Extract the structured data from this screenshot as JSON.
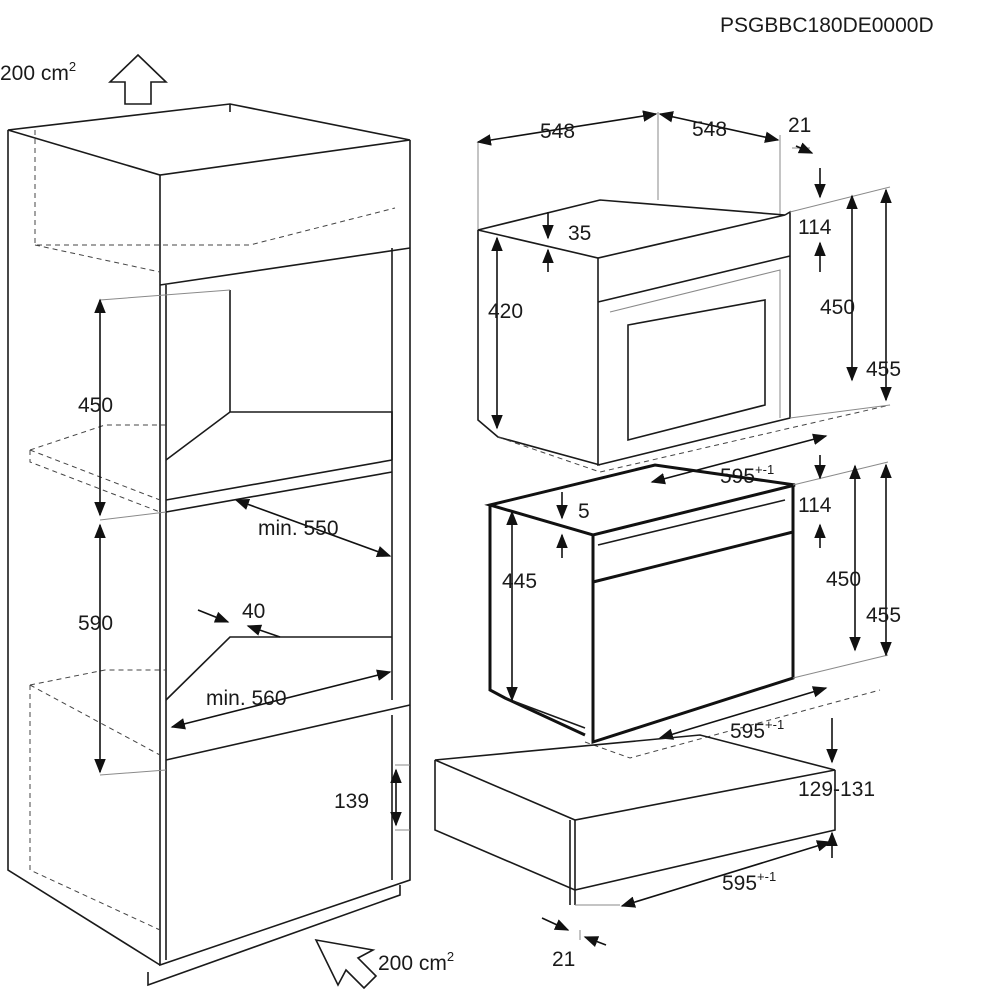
{
  "model_code": "PSGBBC180DE0000D",
  "ventilation": {
    "top": {
      "value": "200 cm",
      "sup": "2"
    },
    "bottom": {
      "value": "200 cm",
      "sup": "2"
    }
  },
  "cabinet_dims": {
    "upper_niche_height": "450",
    "lower_niche_height": "590",
    "min_depth": "min. 550",
    "rear_gap": "40",
    "min_width": "min. 560",
    "drawer_height": "139"
  },
  "compact_oven_dims": {
    "depth_body": "548",
    "depth_total": "548",
    "front_thickness": "21",
    "panel_height": "114",
    "top_offset": "35",
    "body_height": "420",
    "front_height": "450",
    "total_height": "455",
    "width": {
      "value": "595",
      "sup": "+-1"
    }
  },
  "oven_dims": {
    "top_offset": "5",
    "panel_height": "114",
    "body_height": "445",
    "front_height": "450",
    "total_height": "455",
    "width": {
      "value": "595",
      "sup": "+-1"
    }
  },
  "drawer_dims": {
    "height": "129-131",
    "width": {
      "value": "595",
      "sup": "+-1"
    },
    "front_thickness": "21"
  }
}
